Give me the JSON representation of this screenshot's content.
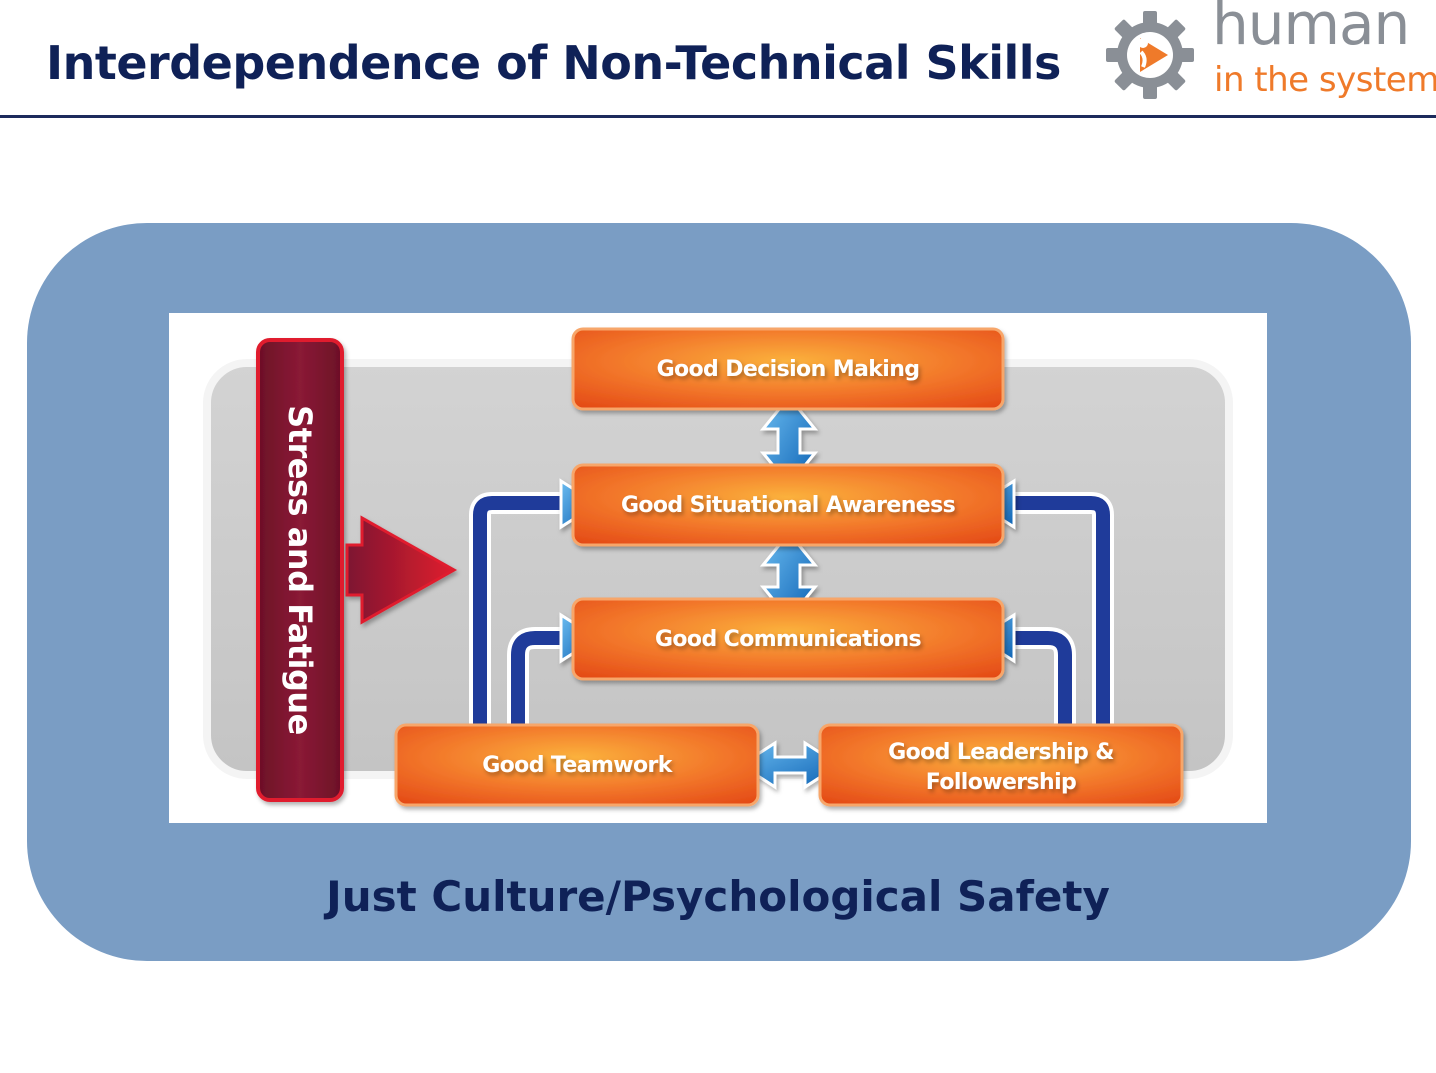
{
  "slide": {
    "title": "Interdependence of Non-Technical Skills",
    "caption": "Just Culture/Psychological Safety"
  },
  "logo": {
    "line1": "human",
    "line2": "in the system",
    "icon": "gear-play-icon",
    "colors": {
      "gear": "#8a8f96",
      "accent": "#ef7a2a"
    }
  },
  "diagram": {
    "stressor": "Stress and Fatigue",
    "skills": {
      "decision_making": "Good Decision Making",
      "situational_awareness": "Good Situational Awareness",
      "communications": "Good Communications",
      "teamwork": "Good Teamwork",
      "leadership_line1": "Good Leadership &",
      "leadership_line2": "Followership"
    },
    "colors": {
      "skill_box": "#f0621f",
      "stress_bar": "#7d1530",
      "arrow_blue": "#1a7fd0",
      "connector": "#1f3b9a"
    }
  }
}
